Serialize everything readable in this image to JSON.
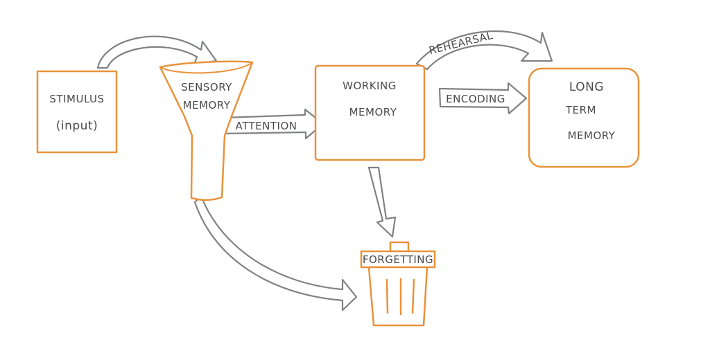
{
  "nodes": {
    "stimulus": {
      "line1": "STIMULUS",
      "line2": "(input)"
    },
    "sensory": {
      "line1": "SENSORY",
      "line2": "MEMORY"
    },
    "working": {
      "line1": "WORKING",
      "line2": "MEMORY"
    },
    "longterm": {
      "line1": "LONG",
      "line2": "TERM",
      "line3": "MEMORY"
    },
    "forgetting": {
      "label": "FORGETTING"
    }
  },
  "edges": {
    "attention": "ATTENTION",
    "encoding": "ENCODING",
    "rehearsal": "REHEARSAL"
  },
  "colors": {
    "box": "#e8923a",
    "arrow": "#7f8183",
    "text": "#4a4a4a"
  }
}
